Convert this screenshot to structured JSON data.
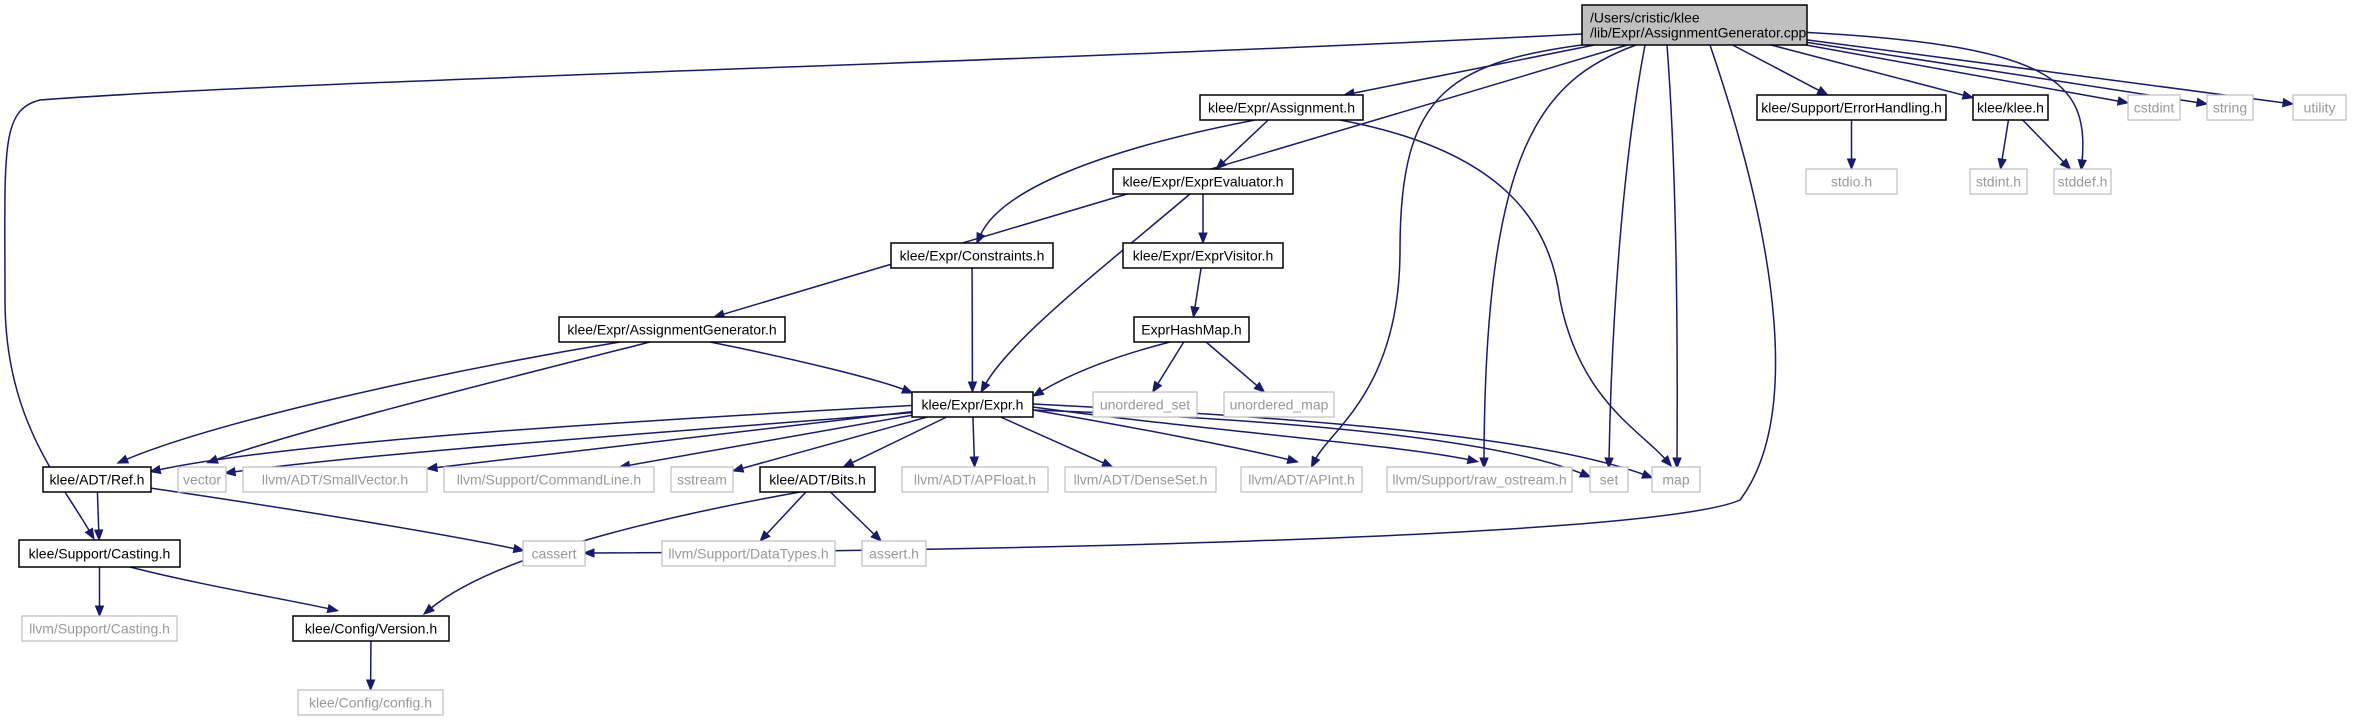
{
  "nodes": [
    {
      "id": "root",
      "lines": [
        "/Users/cristic/klee",
        "/lib/Expr/AssignmentGenerator.cpp"
      ],
      "style": "root"
    },
    {
      "id": "assignment_h",
      "lines": [
        "klee/Expr/Assignment.h"
      ],
      "style": "solid"
    },
    {
      "id": "errorhandling_h",
      "lines": [
        "klee/Support/ErrorHandling.h"
      ],
      "style": "solid"
    },
    {
      "id": "klee_h",
      "lines": [
        "klee/klee.h"
      ],
      "style": "solid"
    },
    {
      "id": "cstdint",
      "lines": [
        "cstdint"
      ],
      "style": "ext"
    },
    {
      "id": "string",
      "lines": [
        "string"
      ],
      "style": "ext"
    },
    {
      "id": "utility",
      "lines": [
        "utility"
      ],
      "style": "ext"
    },
    {
      "id": "exprevaluator_h",
      "lines": [
        "klee/Expr/ExprEvaluator.h"
      ],
      "style": "solid"
    },
    {
      "id": "stdio_h",
      "lines": [
        "stdio.h"
      ],
      "style": "ext"
    },
    {
      "id": "stdint_h",
      "lines": [
        "stdint.h"
      ],
      "style": "ext"
    },
    {
      "id": "stddef_h",
      "lines": [
        "stddef.h"
      ],
      "style": "ext"
    },
    {
      "id": "constraints_h",
      "lines": [
        "klee/Expr/Constraints.h"
      ],
      "style": "solid"
    },
    {
      "id": "exprvisitor_h",
      "lines": [
        "klee/Expr/ExprVisitor.h"
      ],
      "style": "solid"
    },
    {
      "id": "assigngen_h",
      "lines": [
        "klee/Expr/AssignmentGenerator.h"
      ],
      "style": "solid"
    },
    {
      "id": "exprhashmap_h",
      "lines": [
        "ExprHashMap.h"
      ],
      "style": "solid"
    },
    {
      "id": "unordered_set",
      "lines": [
        "unordered_set"
      ],
      "style": "ext"
    },
    {
      "id": "unordered_map",
      "lines": [
        "unordered_map"
      ],
      "style": "ext"
    },
    {
      "id": "expr_h",
      "lines": [
        "klee/Expr/Expr.h"
      ],
      "style": "solid"
    },
    {
      "id": "ref_h",
      "lines": [
        "klee/ADT/Ref.h"
      ],
      "style": "solid"
    },
    {
      "id": "vector",
      "lines": [
        "vector"
      ],
      "style": "ext"
    },
    {
      "id": "smallvector_h",
      "lines": [
        "llvm/ADT/SmallVector.h"
      ],
      "style": "ext"
    },
    {
      "id": "commandline_h",
      "lines": [
        "llvm/Support/CommandLine.h"
      ],
      "style": "ext"
    },
    {
      "id": "sstream",
      "lines": [
        "sstream"
      ],
      "style": "ext"
    },
    {
      "id": "bits_h",
      "lines": [
        "klee/ADT/Bits.h"
      ],
      "style": "solid"
    },
    {
      "id": "apfloat_h",
      "lines": [
        "llvm/ADT/APFloat.h"
      ],
      "style": "ext"
    },
    {
      "id": "denseset_h",
      "lines": [
        "llvm/ADT/DenseSet.h"
      ],
      "style": "ext"
    },
    {
      "id": "apint_h",
      "lines": [
        "llvm/ADT/APInt.h"
      ],
      "style": "ext"
    },
    {
      "id": "raw_ostream_h",
      "lines": [
        "llvm/Support/raw_ostream.h"
      ],
      "style": "ext"
    },
    {
      "id": "set",
      "lines": [
        "set"
      ],
      "style": "ext"
    },
    {
      "id": "map",
      "lines": [
        "map"
      ],
      "style": "ext"
    },
    {
      "id": "casting_h",
      "lines": [
        "klee/Support/Casting.h"
      ],
      "style": "solid"
    },
    {
      "id": "cassert",
      "lines": [
        "cassert"
      ],
      "style": "ext"
    },
    {
      "id": "datatypes_h",
      "lines": [
        "llvm/Support/DataTypes.h"
      ],
      "style": "ext"
    },
    {
      "id": "assert_h",
      "lines": [
        "assert.h"
      ],
      "style": "ext"
    },
    {
      "id": "llvm_casting_h",
      "lines": [
        "llvm/Support/Casting.h"
      ],
      "style": "ext"
    },
    {
      "id": "version_h",
      "lines": [
        "klee/Config/Version.h"
      ],
      "style": "solid"
    },
    {
      "id": "config_h",
      "lines": [
        "klee/Config/config.h"
      ],
      "style": "ext"
    }
  ],
  "edges": [
    [
      "root",
      "assignment_h"
    ],
    [
      "root",
      "errorhandling_h"
    ],
    [
      "root",
      "klee_h"
    ],
    [
      "root",
      "cstdint"
    ],
    [
      "root",
      "string"
    ],
    [
      "root",
      "utility"
    ],
    [
      "root",
      "stddef_h"
    ],
    [
      "root",
      "assigngen_h"
    ],
    [
      "root",
      "casting_h"
    ],
    [
      "root",
      "apint_h"
    ],
    [
      "root",
      "raw_ostream_h"
    ],
    [
      "root",
      "set"
    ],
    [
      "root",
      "map"
    ],
    [
      "root",
      "cassert"
    ],
    [
      "assignment_h",
      "exprevaluator_h"
    ],
    [
      "assignment_h",
      "constraints_h"
    ],
    [
      "assignment_h",
      "map"
    ],
    [
      "errorhandling_h",
      "stdio_h"
    ],
    [
      "klee_h",
      "stdint_h"
    ],
    [
      "klee_h",
      "stddef_h"
    ],
    [
      "exprevaluator_h",
      "exprvisitor_h"
    ],
    [
      "exprevaluator_h",
      "expr_h"
    ],
    [
      "constraints_h",
      "expr_h"
    ],
    [
      "exprvisitor_h",
      "exprhashmap_h"
    ],
    [
      "exprhashmap_h",
      "expr_h"
    ],
    [
      "exprhashmap_h",
      "unordered_set"
    ],
    [
      "exprhashmap_h",
      "unordered_map"
    ],
    [
      "assigngen_h",
      "expr_h"
    ],
    [
      "assigngen_h",
      "ref_h"
    ],
    [
      "assigngen_h",
      "vector"
    ],
    [
      "expr_h",
      "ref_h"
    ],
    [
      "expr_h",
      "vector"
    ],
    [
      "expr_h",
      "smallvector_h"
    ],
    [
      "expr_h",
      "commandline_h"
    ],
    [
      "expr_h",
      "sstream"
    ],
    [
      "expr_h",
      "bits_h"
    ],
    [
      "expr_h",
      "apfloat_h"
    ],
    [
      "expr_h",
      "denseset_h"
    ],
    [
      "expr_h",
      "apint_h"
    ],
    [
      "expr_h",
      "raw_ostream_h"
    ],
    [
      "expr_h",
      "set"
    ],
    [
      "expr_h",
      "map"
    ],
    [
      "ref_h",
      "casting_h"
    ],
    [
      "ref_h",
      "cassert"
    ],
    [
      "bits_h",
      "version_h"
    ],
    [
      "bits_h",
      "datatypes_h"
    ],
    [
      "bits_h",
      "assert_h"
    ],
    [
      "casting_h",
      "llvm_casting_h"
    ],
    [
      "casting_h",
      "version_h"
    ],
    [
      "version_h",
      "config_h"
    ]
  ]
}
